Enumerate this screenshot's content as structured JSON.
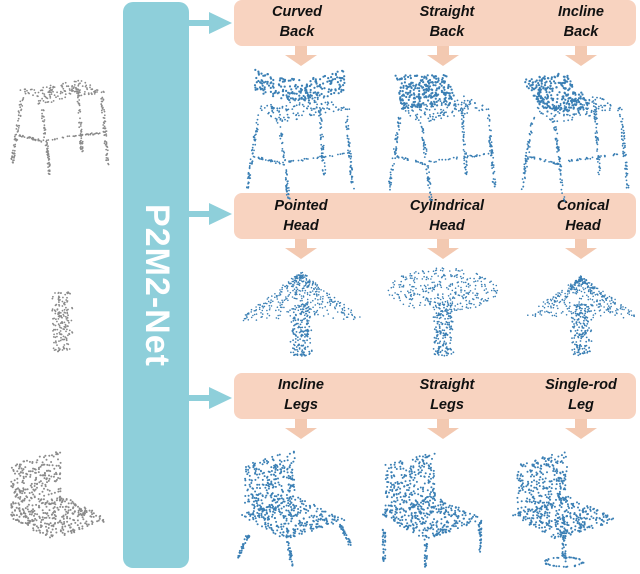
{
  "network": {
    "label": "P2M2-Net"
  },
  "colors": {
    "network_bar": "#8ecfda",
    "band": "#f8d3c0",
    "band_arrow": "#f3c9b1",
    "input_points": "#8a8a8a",
    "output_points": "#3a7fb4"
  },
  "rows": [
    {
      "input_shape": "chair-stool",
      "variants": [
        {
          "line1": "Curved",
          "line2": "Back"
        },
        {
          "line1": "Straight",
          "line2": "Back"
        },
        {
          "line1": "Incline",
          "line2": "Back"
        }
      ]
    },
    {
      "input_shape": "lamp-stem",
      "variants": [
        {
          "line1": "Pointed",
          "line2": "Head"
        },
        {
          "line1": "Cylindrical",
          "line2": "Head"
        },
        {
          "line1": "Conical",
          "line2": "Head"
        }
      ]
    },
    {
      "input_shape": "chair-seat-back",
      "variants": [
        {
          "line1": "Incline",
          "line2": "Legs"
        },
        {
          "line1": "Straight",
          "line2": "Legs"
        },
        {
          "line1": "Single-rod",
          "line2": "Leg"
        }
      ]
    }
  ]
}
